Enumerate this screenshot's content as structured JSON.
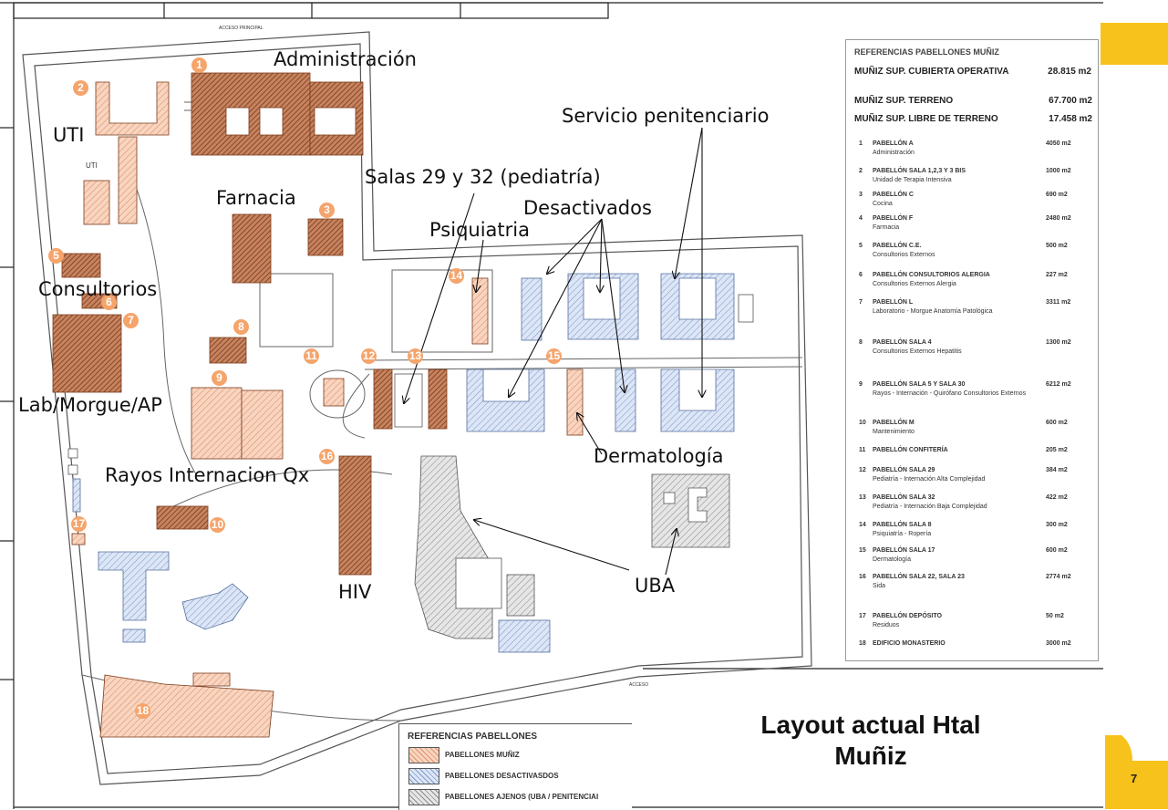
{
  "slide": {
    "title_line1": "Layout actual Htal",
    "title_line2": "Muñiz",
    "page_number": "7",
    "accent_color": "#f7c21c"
  },
  "annotations": {
    "administracion": "Administración",
    "uti": "UTI",
    "servicio_penitenciario": "Servicio penitenciario",
    "salas_pediatria": "Salas 29 y 32 (pediatría)",
    "farnacia": "Farnacia",
    "desactivados": "Desactivados",
    "psiquiatria": "Psiquiatria",
    "consultorios": "Consultorios",
    "lab_morgue": "Lab/Morgue/AP",
    "dermatologia": "Dermatología",
    "rayos": "Rayos Internacion Qx",
    "uba": "UBA",
    "hiv": "HIV"
  },
  "map_numbers": [
    "1",
    "2",
    "3",
    "5",
    "6",
    "7",
    "8",
    "9",
    "10",
    "11",
    "12",
    "13",
    "14",
    "15",
    "16",
    "17",
    "18"
  ],
  "map_small_labels": {
    "acceso_principal": "ACCESO PRINCIPAL",
    "uti_small": "UTI",
    "acceso": "ACCESO"
  },
  "reference_table": {
    "title": "REFERENCIAS PABELLONES MUÑIZ",
    "summary": [
      {
        "label": "MUÑIZ SUP. CUBIERTA OPERATIVA",
        "value": "28.815 m2"
      },
      {
        "label": "MUÑIZ SUP. TERRENO",
        "value": "67.700 m2"
      },
      {
        "label": "MUÑIZ SUP. LIBRE DE TERRENO",
        "value": "17.458 m2"
      }
    ],
    "rows": [
      {
        "num": "1",
        "name": "PABELLÓN A",
        "desc": "Administración",
        "area": "4050 m2"
      },
      {
        "num": "2",
        "name": "PABELLÓN SALA 1,2,3 Y 3 BIS",
        "desc": "Unidad de Terapia Intensiva",
        "area": "1000 m2"
      },
      {
        "num": "3",
        "name": "PABELLÓN C",
        "desc": "Cocina",
        "area": "690 m2"
      },
      {
        "num": "4",
        "name": "PABELLÓN F",
        "desc": "Farmacia",
        "area": "2480 m2"
      },
      {
        "num": "5",
        "name": "PABELLÓN C.E.",
        "desc": "Consultorios Externos",
        "area": "500 m2"
      },
      {
        "num": "6",
        "name": "PABELLÓN CONSULTORIOS ALERGIA",
        "desc": "Consultorios Externos Alergia",
        "area": "227 m2"
      },
      {
        "num": "7",
        "name": "PABELLÓN L",
        "desc": "Laboratorio - Morgue Anatomía Patológica",
        "area": "3311 m2"
      },
      {
        "num": "8",
        "name": "PABELLÓN SALA 4",
        "desc": "Consultorios Externos Hepatitis",
        "area": "1300 m2"
      },
      {
        "num": "9",
        "name": "PABELLÓN SALA 5 Y SALA 30",
        "desc": "Rayos - Internación - Quirófano Consultorios Externos",
        "area": "6212 m2"
      },
      {
        "num": "10",
        "name": "PABELLÓN M",
        "desc": "Mantenimiento",
        "area": "600 m2"
      },
      {
        "num": "11",
        "name": "PABELLÓN CONFITERÍA",
        "desc": "",
        "area": "205 m2"
      },
      {
        "num": "12",
        "name": "PABELLÓN SALA 29",
        "desc": "Pediatría - Internación Alta Complejidad",
        "area": "384 m2"
      },
      {
        "num": "13",
        "name": "PABELLÓN SALA 32",
        "desc": "Pediatría - Internación Baja Complejidad",
        "area": "422 m2"
      },
      {
        "num": "14",
        "name": "PABELLÓN SALA 8",
        "desc": "Psiquiatría - Ropería",
        "area": "300 m2"
      },
      {
        "num": "15",
        "name": "PABELLÓN SALA 17",
        "desc": "Dermatología",
        "area": "600 m2"
      },
      {
        "num": "16",
        "name": "PABELLÓN SALA 22, SALA 23",
        "desc": "Sida",
        "area": "2774 m2"
      },
      {
        "num": "17",
        "name": "PABELLÓN DEPÓSITO",
        "desc": "Residuos",
        "area": "50 m2"
      },
      {
        "num": "18",
        "name": "EDIFICIO MONASTERIO",
        "desc": "",
        "area": "3000 m2"
      }
    ]
  },
  "legend": {
    "title": "REFERENCIAS PABELLONES",
    "items": [
      {
        "label": "PABELLONES MUÑIZ",
        "color": "#f6c9b0"
      },
      {
        "label": "PABELLONES DESACTIVASDOS",
        "color": "#c9d6ee"
      },
      {
        "label": "PABELLONES AJENOS (UBA / PENITENCIAI",
        "color": "#d8d8d8"
      }
    ]
  }
}
